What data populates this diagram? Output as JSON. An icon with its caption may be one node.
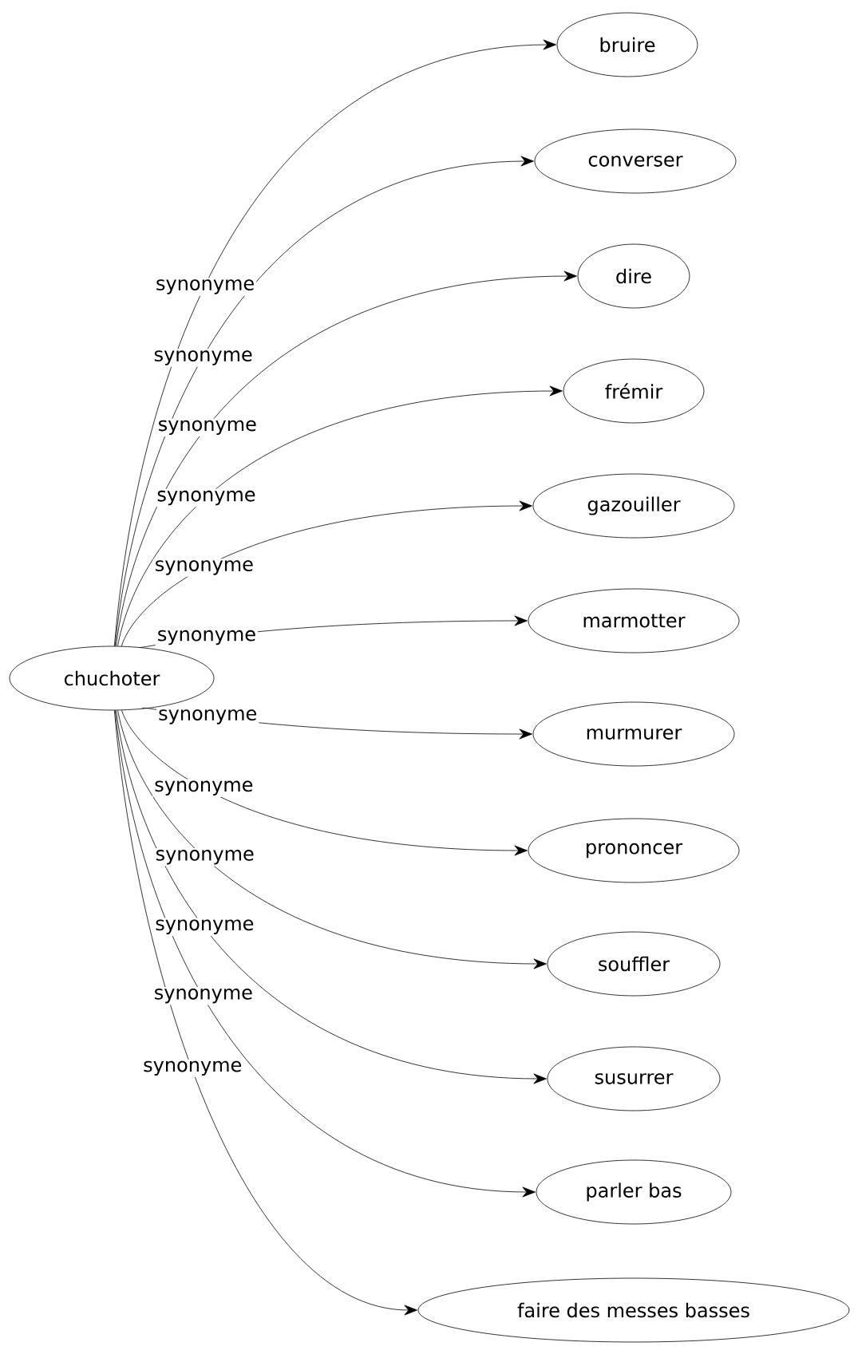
{
  "diagram": {
    "nodes": [
      {
        "text": [
          "chuchoter"
        ]
      },
      {
        "text": [
          "bruire"
        ]
      },
      {
        "text": [
          "converser"
        ]
      },
      {
        "text": [
          "dire"
        ]
      },
      {
        "text": [
          "frémir"
        ]
      },
      {
        "text": [
          "gazouiller"
        ]
      },
      {
        "text": [
          "marmotter"
        ]
      },
      {
        "text": [
          "murmurer"
        ]
      },
      {
        "text": [
          "prononcer"
        ]
      },
      {
        "text": [
          "souffler"
        ]
      },
      {
        "text": [
          "susurrer"
        ]
      },
      {
        "text": [
          "parler bas"
        ]
      },
      {
        "text": [
          "faire des messes basses"
        ]
      }
    ],
    "edges": [
      {
        "from": 0,
        "to": 1,
        "arrow": "to",
        "label": "synonyme"
      },
      {
        "from": 0,
        "to": 2,
        "arrow": "to",
        "label": "synonyme"
      },
      {
        "from": 0,
        "to": 3,
        "arrow": "to",
        "label": "synonyme"
      },
      {
        "from": 0,
        "to": 4,
        "arrow": "to",
        "label": "synonyme"
      },
      {
        "from": 0,
        "to": 5,
        "arrow": "to",
        "label": "synonyme"
      },
      {
        "from": 0,
        "to": 6,
        "arrow": "to",
        "label": "synonyme"
      },
      {
        "from": 0,
        "to": 7,
        "arrow": "to",
        "label": "synonyme"
      },
      {
        "from": 0,
        "to": 8,
        "arrow": "to",
        "label": "synonyme"
      },
      {
        "from": 0,
        "to": 9,
        "arrow": "to",
        "label": "synonyme"
      },
      {
        "from": 0,
        "to": 10,
        "arrow": "to",
        "label": "synonyme"
      },
      {
        "from": 0,
        "to": 11,
        "arrow": "to",
        "label": "synonyme"
      },
      {
        "from": 0,
        "to": 12,
        "arrow": "to",
        "label": "synonyme"
      }
    ]
  }
}
